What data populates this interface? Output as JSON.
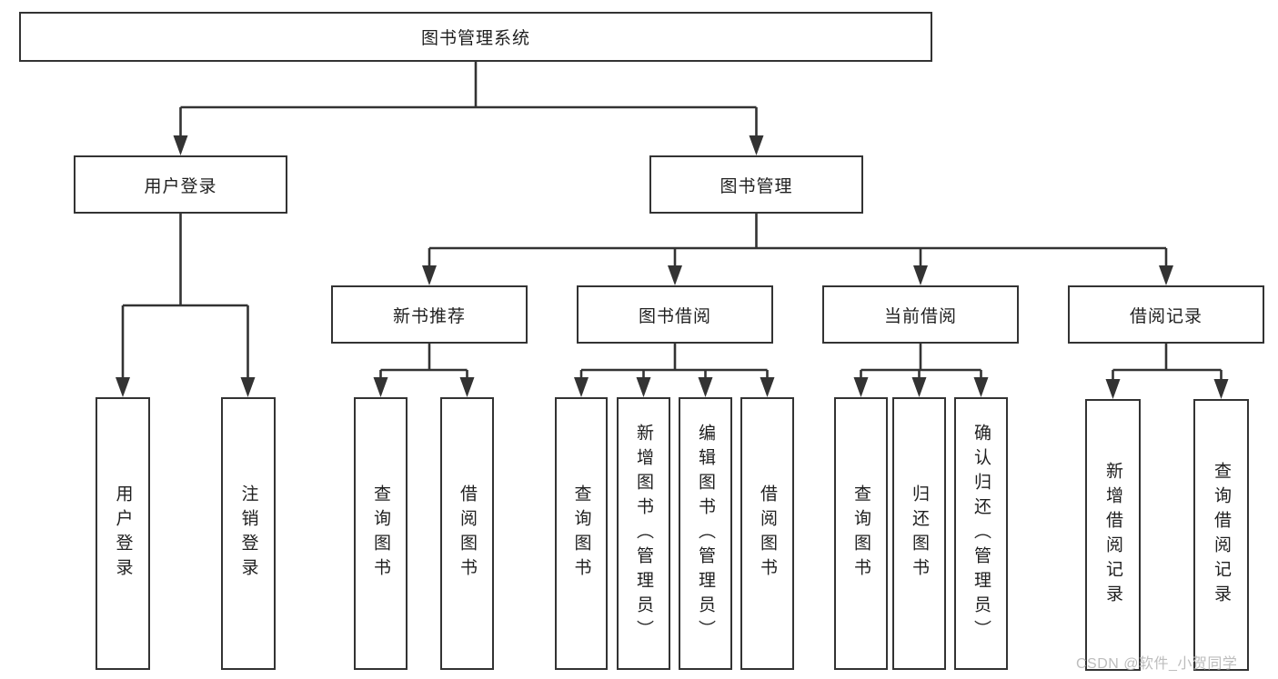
{
  "page": {
    "watermark": "CSDN @软件_小贺同学"
  },
  "palette": {
    "line_color": "#333333",
    "text_color": "#1f1f1f",
    "box_background": "#ffffff",
    "watermark_color": "#bdbdbd"
  },
  "tree": {
    "root": "图书管理系统",
    "level2": [
      {
        "label": "用户登录"
      },
      {
        "label": "图书管理"
      }
    ],
    "login_leaves": [
      "用户登录",
      "注销登录"
    ],
    "groups": [
      {
        "label": "新书推荐",
        "leaves": [
          "查询图书",
          "借阅图书"
        ]
      },
      {
        "label": "图书借阅",
        "leaves": [
          "查询图书",
          "新增图书（管理员）",
          "编辑图书（管理员）",
          "借阅图书"
        ]
      },
      {
        "label": "当前借阅",
        "leaves": [
          "查询图书",
          "归还图书",
          "确认归还（管理员）"
        ]
      },
      {
        "label": "借阅记录",
        "leaves": [
          "新增借阅记录",
          "查询借阅记录"
        ]
      }
    ]
  }
}
